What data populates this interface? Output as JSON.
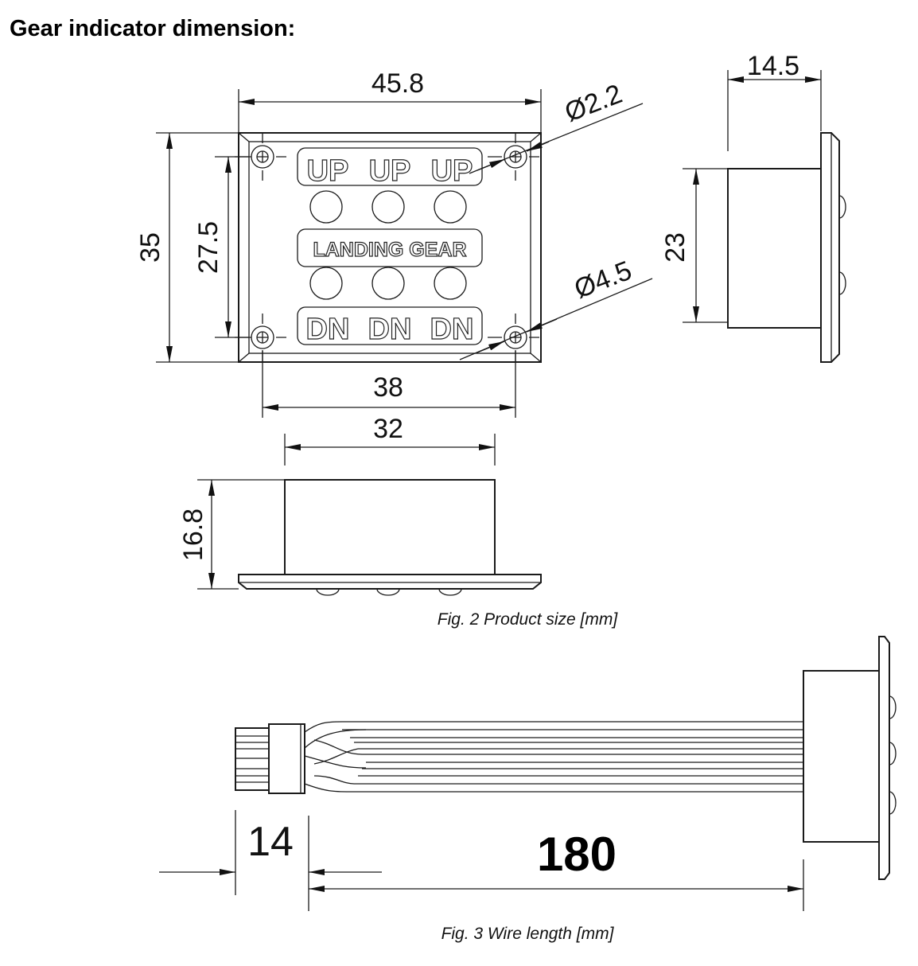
{
  "title": "Gear indicator dimension:",
  "fig2": {
    "caption": "Fig. 2 Product size [mm]",
    "width": "45.8",
    "height": "35",
    "hole_vertical_spacing": "27.5",
    "hole_horizontal_spacing": "38",
    "body_width": "32",
    "depth_bottom": "16.8",
    "depth_side": "14.5",
    "body_height_side": "23",
    "small_hole": "Ø2.2",
    "large_hole": "Ø4.5",
    "panel_labels": {
      "up": [
        "UP",
        "UP",
        "UP"
      ],
      "middle": "LANDING GEAR",
      "down": [
        "DN",
        "DN",
        "DN"
      ]
    }
  },
  "fig3": {
    "caption": "Fig. 3 Wire length [mm]",
    "connector_length": "14",
    "wire_length": "180"
  }
}
